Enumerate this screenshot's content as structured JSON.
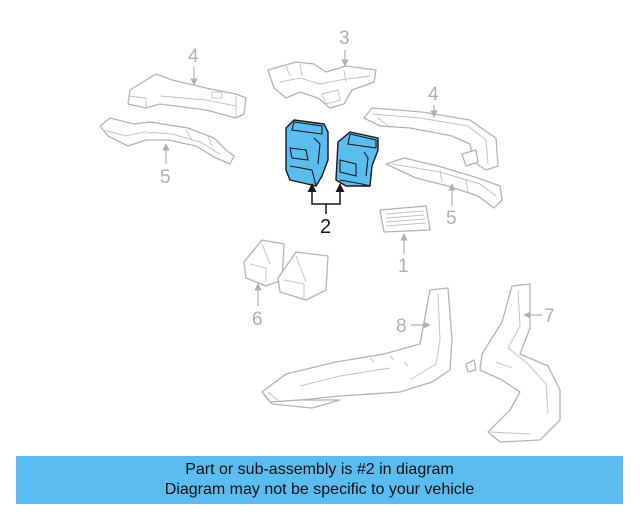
{
  "diagram": {
    "callouts": {
      "c1": "1",
      "c2": "2",
      "c3": "3",
      "c4a": "4",
      "c4b": "4",
      "c5a": "5",
      "c5b": "5",
      "c6": "6",
      "c7": "7",
      "c8": "8"
    },
    "highlight_color": "#5bbcf0",
    "highlighted_part": "2"
  },
  "banner": {
    "line1": "Part or sub-assembly is #2 in diagram",
    "line2": "Diagram may not be specific to your vehicle",
    "color": "#5bbcf0"
  }
}
